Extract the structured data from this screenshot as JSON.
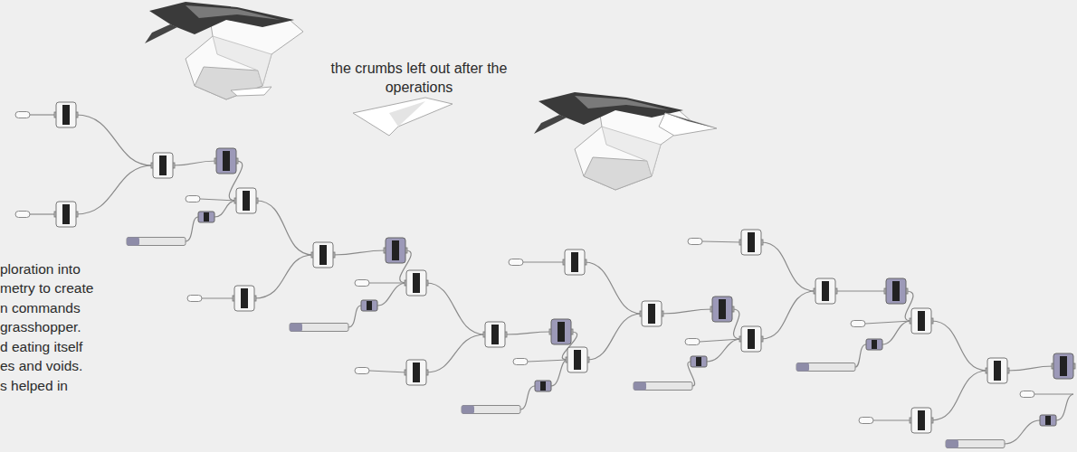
{
  "diagram": {
    "labels": [
      "the crumbs left out after the operations",
      "ploration into",
      "metry to create",
      "n commands",
      "grasshopper.",
      "d eating itself",
      "es and voids.",
      "s helped in"
    ]
  }
}
